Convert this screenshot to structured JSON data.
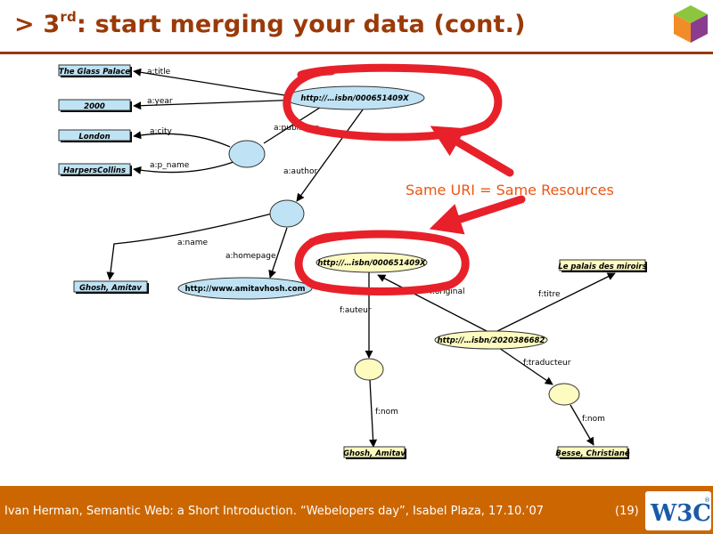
{
  "slide": {
    "title_prefix": "> 3",
    "title_sup": "rd",
    "title_rest": ": start merging your data (cont.)"
  },
  "footer": {
    "text": "Ivan Herman, Semantic Web: a Short Introduction. “Webelopers day”, Isabel Plaza, 17.10.’07",
    "page": "(19)",
    "logo": "W3C"
  },
  "colors": {
    "title": "#9a3a08",
    "footer_bg": "#cc6600",
    "blue_node": "#bfe3f4",
    "yellow_node": "#fdfbc0",
    "highlight_red": "#e8202a",
    "annotation_orange": "#ee5511"
  },
  "graph": {
    "annotation": "Same URI = Same Resources",
    "nodes": {
      "isbn_en": "http://…isbn/000651409X",
      "glass_palace": "The Glass Palace",
      "year": "2000",
      "london": "London",
      "harpers": "HarpersCollins",
      "ghosh_en": "Ghosh, Amitav",
      "homepage": "http://www.amitavhosh.com",
      "isbn_en2": "http://…isbn/000651409X",
      "palais": "Le palais des miroirs",
      "isbn_fr": "http://…isbn/2020386682",
      "ghosh_fr": "Ghosh, Amitav",
      "besse": "Besse, Christiane"
    },
    "edges": {
      "title": "a:title",
      "year": "a:year",
      "publisher": "a:publisher",
      "city": "a:city",
      "p_name": "a:p_name",
      "author": "a:author",
      "name": "a:name",
      "homepage": "a:homepage",
      "original": "f:original",
      "titre": "f:titre",
      "auteur": "f:auteur",
      "traducteur": "f:traducteur",
      "nom1": "f:nom",
      "nom2": "f:nom"
    }
  }
}
